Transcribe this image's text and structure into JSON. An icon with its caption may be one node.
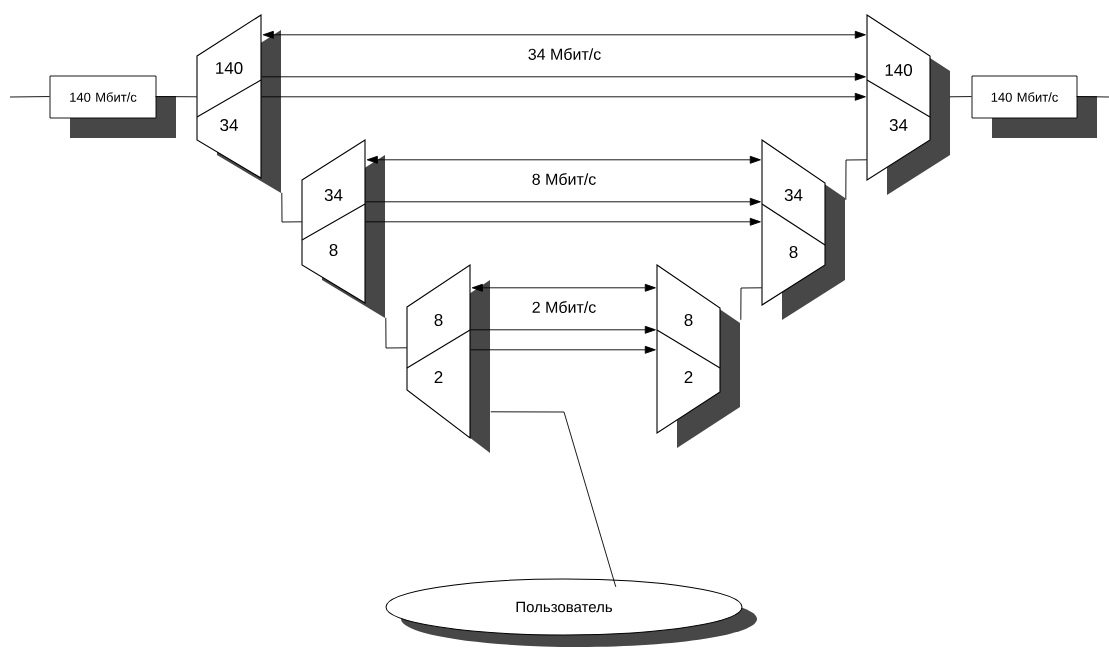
{
  "diagram": {
    "nodes": [
      {
        "text": [
          "140 Мбит/с"
        ]
      },
      {
        "text": [
          "140",
          "34"
        ]
      },
      {
        "text": [
          "34",
          "8"
        ]
      },
      {
        "text": [
          "8",
          "2"
        ]
      },
      {
        "text": [
          "8",
          "2"
        ]
      },
      {
        "text": [
          "34",
          "8"
        ]
      },
      {
        "text": [
          "140",
          "34"
        ]
      },
      {
        "text": [
          "140 Мбит/с"
        ]
      },
      {
        "text": [
          "Пользователь"
        ]
      }
    ],
    "edges": [
      {
        "from": null,
        "to": 0,
        "arrow": "none"
      },
      {
        "from": 0,
        "to": 1,
        "arrow": "none"
      },
      {
        "from": 1,
        "to": 6,
        "arrow": "both",
        "label": "34 Мбит/с"
      },
      {
        "from": 1,
        "to": 6,
        "arrow": "to"
      },
      {
        "from": 1,
        "to": 6,
        "arrow": "to"
      },
      {
        "from": 1,
        "to": 2,
        "arrow": "none"
      },
      {
        "from": 2,
        "to": 5,
        "arrow": "both",
        "label": "8 Мбит/с"
      },
      {
        "from": 2,
        "to": 5,
        "arrow": "to"
      },
      {
        "from": 2,
        "to": 5,
        "arrow": "to"
      },
      {
        "from": 2,
        "to": 3,
        "arrow": "none"
      },
      {
        "from": 3,
        "to": 4,
        "arrow": "both",
        "label": "2 Мбит/с"
      },
      {
        "from": 3,
        "to": 4,
        "arrow": "to"
      },
      {
        "from": 3,
        "to": 4,
        "arrow": "to"
      },
      {
        "from": 3,
        "to": 8,
        "arrow": "none"
      },
      {
        "from": 4,
        "to": 5,
        "arrow": "none"
      },
      {
        "from": 5,
        "to": 6,
        "arrow": "none"
      },
      {
        "from": 6,
        "to": 7,
        "arrow": "none"
      },
      {
        "from": 7,
        "to": null,
        "arrow": "none"
      }
    ]
  }
}
